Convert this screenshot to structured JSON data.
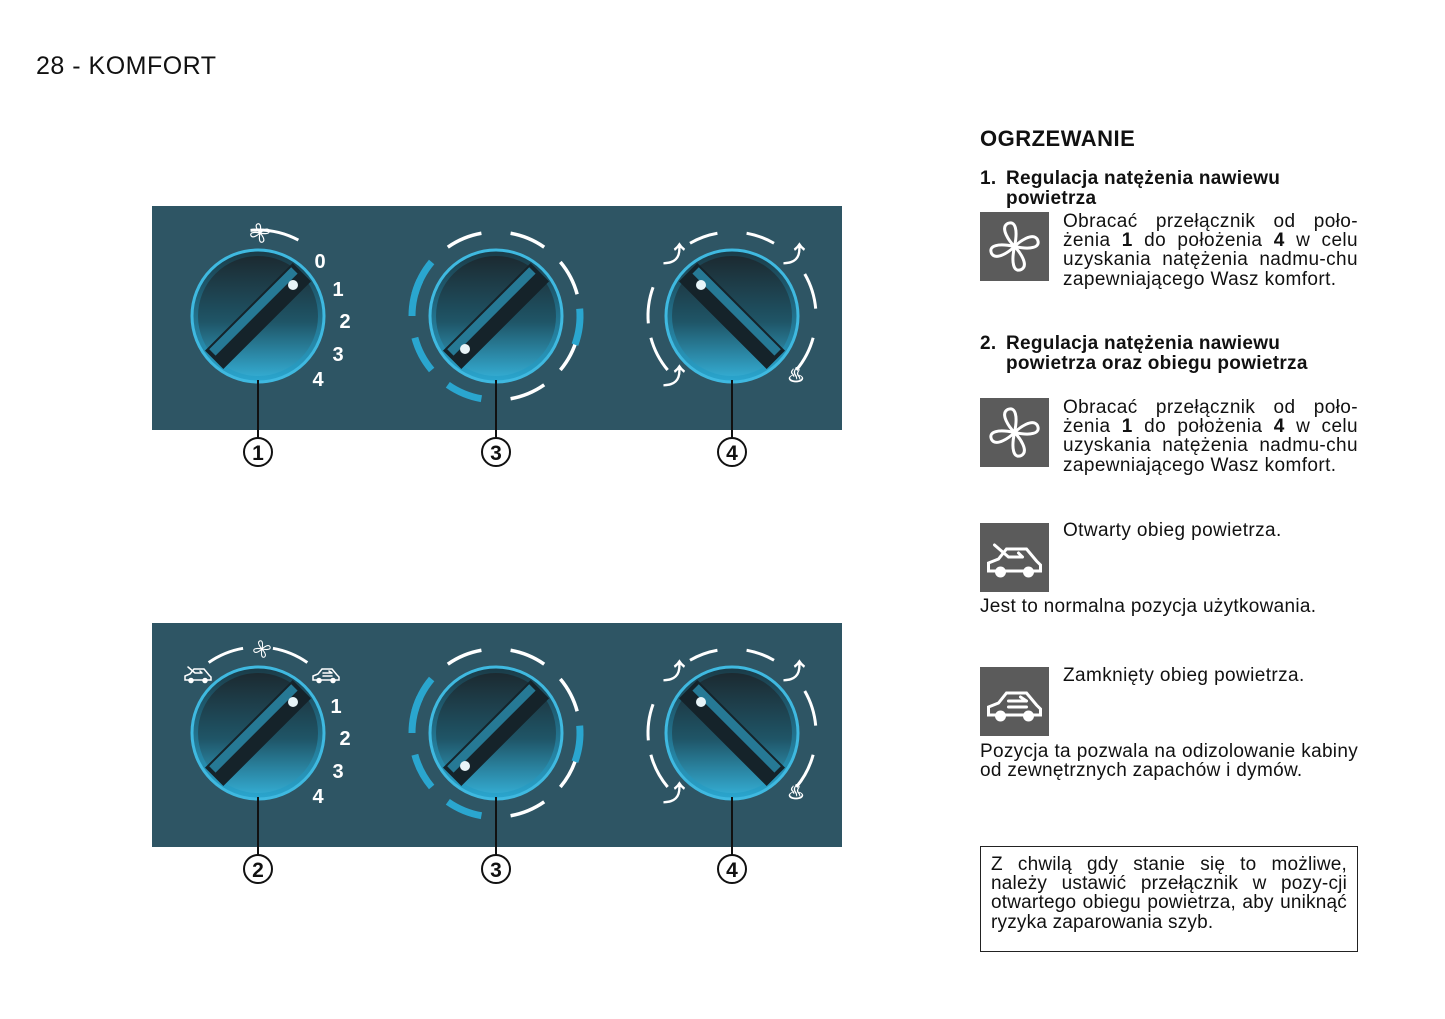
{
  "header": {
    "title": "28 - KOMFORT"
  },
  "colors": {
    "panel": "#2e5564",
    "accent": "#2aa6cf",
    "icon_bg": "#5b5b5b"
  },
  "panels": [
    {
      "knob_a": {
        "callout": "1",
        "scale": [
          "0",
          "1",
          "2",
          "3",
          "4"
        ],
        "top_icon": "fan-icon"
      },
      "knob_b": {
        "callout": "3"
      },
      "knob_c": {
        "callout": "4"
      }
    },
    {
      "knob_a": {
        "callout": "2",
        "scale": [
          "1",
          "2",
          "3",
          "4"
        ],
        "top_icon": "fan-icon",
        "side_icons": [
          "open-air-circulation-icon",
          "recirculation-icon"
        ]
      },
      "knob_b": {
        "callout": "3"
      },
      "knob_c": {
        "callout": "4"
      }
    }
  ],
  "right": {
    "title": "OGRZEWANIE",
    "section1": {
      "number": "1.",
      "heading": "Regulacja natężenia nawiewu powietrza",
      "icon": "fan-icon",
      "text": {
        "a": "Obracać przełącznik od poło-żenia ",
        "b": "1",
        "c": " do położenia ",
        "d": "4",
        "e": " w celu uzyskania natężenia nadmu-chu zapewniającego Wasz komfort."
      }
    },
    "section2": {
      "number": "2.",
      "heading": "Regulacja natężenia nawiewu powietrza oraz obiegu powietrza",
      "icon": "fan-icon",
      "text": {
        "a": "Obracać przełącznik od poło-żenia ",
        "b": "1",
        "c": " do położenia ",
        "d": "4",
        "e": " w celu uzyskania natężenia nadmu-chu zapewniającego Wasz komfort."
      }
    },
    "open": {
      "icon": "open-air-circulation-icon",
      "label": "Otwarty obieg powietrza.",
      "note": "Jest to normalna pozycja użytkowania."
    },
    "closed": {
      "icon": "recirculation-icon",
      "label": "Zamknięty obieg powietrza.",
      "note": "Pozycja ta pozwala na odizolowanie kabiny od zewnętrznych zapachów i dymów."
    },
    "warning": "Z chwilą gdy stanie się to możliwe, należy ustawić przełącznik w pozy-cji otwartego obiegu powietrza, aby uniknąć ryzyka zaparowania szyb."
  }
}
